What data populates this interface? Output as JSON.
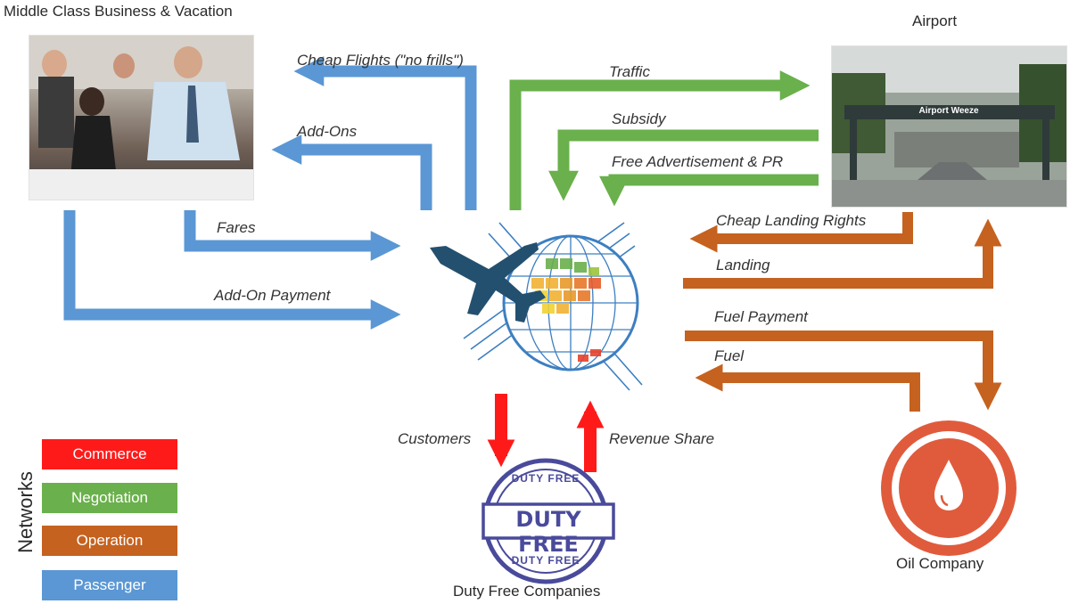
{
  "nodes": {
    "passengers": "Middle Class Business & Vacation",
    "airport": "Airport",
    "airport_sign": "Airport Weeze",
    "duty_free": "Duty Free Companies",
    "oil": "Oil Company"
  },
  "stamp_text": {
    "top": "DUTY FREE",
    "middle": "DUTY FREE",
    "bottom": "DUTY FREE"
  },
  "flows": {
    "cheap_flights": "Cheap Flights (\"no frills\")",
    "add_ons": "Add-Ons",
    "fares": "Fares",
    "add_on_payment": "Add-On Payment",
    "traffic": "Traffic",
    "subsidy": "Subsidy",
    "free_ad": "Free Advertisement & PR",
    "cheap_landing": "Cheap Landing Rights",
    "landing": "Landing",
    "fuel_payment": "Fuel Payment",
    "fuel": "Fuel",
    "customers": "Customers",
    "revenue_share": "Revenue Share"
  },
  "legend": {
    "title": "Networks",
    "items": [
      {
        "label": "Commerce",
        "color": "#ff1a1a"
      },
      {
        "label": "Negotiation",
        "color": "#6ab04c"
      },
      {
        "label": "Operation",
        "color": "#c5621f"
      },
      {
        "label": "Passenger",
        "color": "#5a97d4"
      }
    ]
  },
  "colors": {
    "passenger": "#5a97d4",
    "negotiation": "#6ab04c",
    "operation": "#c5621f",
    "commerce": "#ff1a1a",
    "stamp": "#4a4a9c",
    "oil": "#e05b3c"
  }
}
